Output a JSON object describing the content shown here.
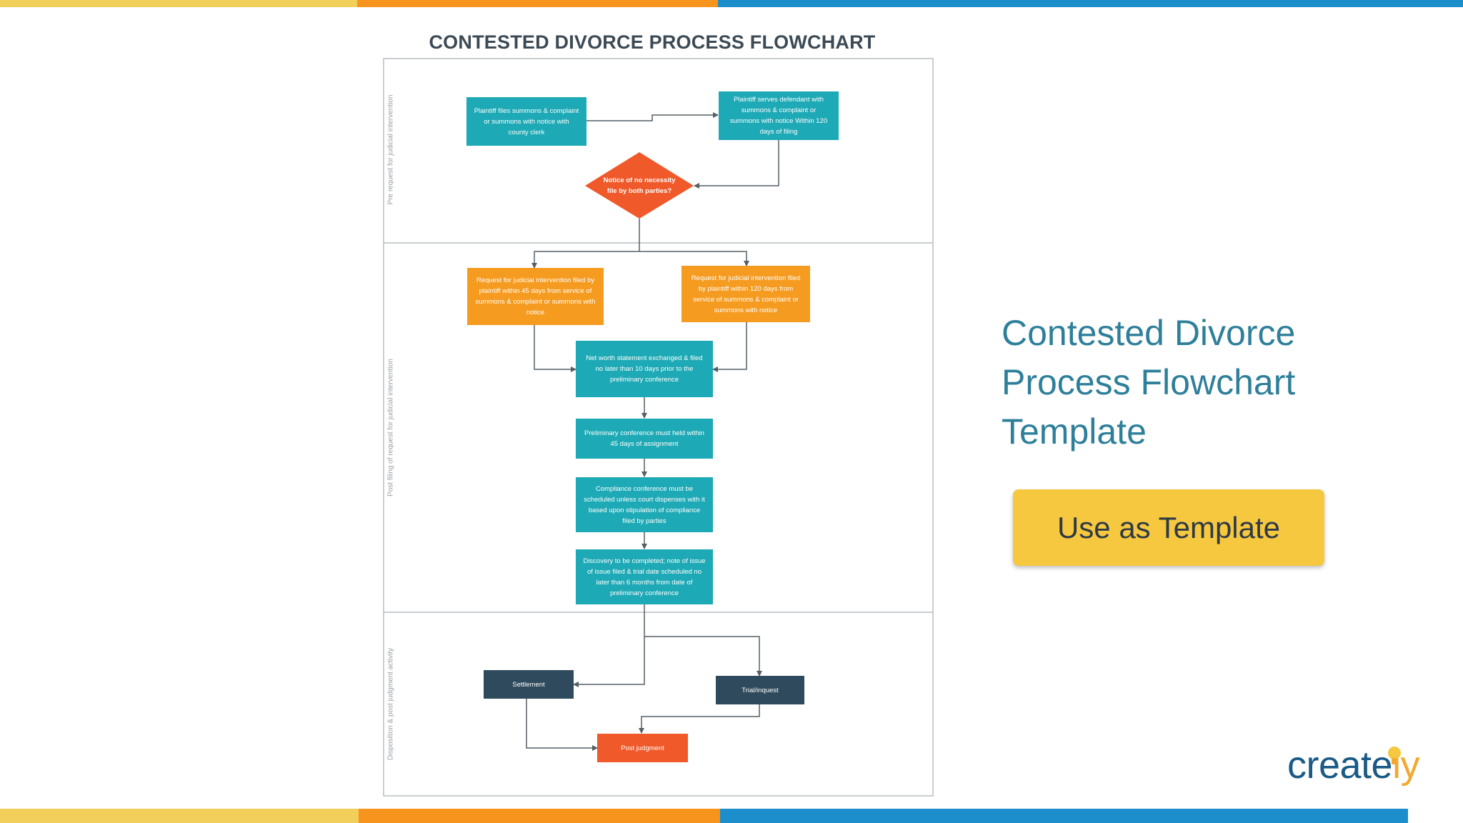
{
  "colors": {
    "bar_yellow": "#f2cf5b",
    "bar_orange": "#f7941d",
    "bar_blue": "#1c8ecb",
    "teal": "#1da9b5",
    "orange": "#f59b1f",
    "red_orange": "#f0592a",
    "navy": "#2f4a5c",
    "heading": "#2e7f9a",
    "button": "#f6c840"
  },
  "diagram": {
    "title": "CONTESTED DIVORCE PROCESS FLOWCHART",
    "lanes": [
      "Pre request for judicial intervention",
      "Post filing of request for judicial intervention",
      "Disposition & post judgment activity"
    ],
    "nodes": {
      "n1": "Plaintiff files summons & complaint or summons with notice with county clerk",
      "n2": "Plaintiff serves defendant with summons & complaint or summons with notice Within 120 days of filing",
      "d1": "Notice of no necessity file by both parties?",
      "n3": "Request for judicial intervention filed by plaintiff within 45 days from service of summons & complaint or summons with notice",
      "n4": "Request for judicial intervention filed by plaintiff within 120 days from service of summons & complaint or summons with notice",
      "n5": "Net worth statement exchanged & filed no later than 10 days prior to the preliminary conference",
      "n6": "Preliminary conference must held within 45 days of assignment",
      "n7": "Compliance conference must be scheduled unless court dispenses with it based upon stipulation of compliance filed by parties",
      "n8": "Discovery to be completed; note of issue of issue filed & trial date scheduled no later than 6 months from date of preliminary conference",
      "n9": "Settlement",
      "n10": "Trial/inquest",
      "n11": "Post judgment"
    }
  },
  "heading": {
    "line1": "Contested Divorce",
    "line2": "Process Flowchart",
    "line3": "Template"
  },
  "button": {
    "label": "Use as Template"
  },
  "logo": {
    "text_main": "create",
    "text_accent": "ly",
    "icon": "lightbulb-icon"
  }
}
